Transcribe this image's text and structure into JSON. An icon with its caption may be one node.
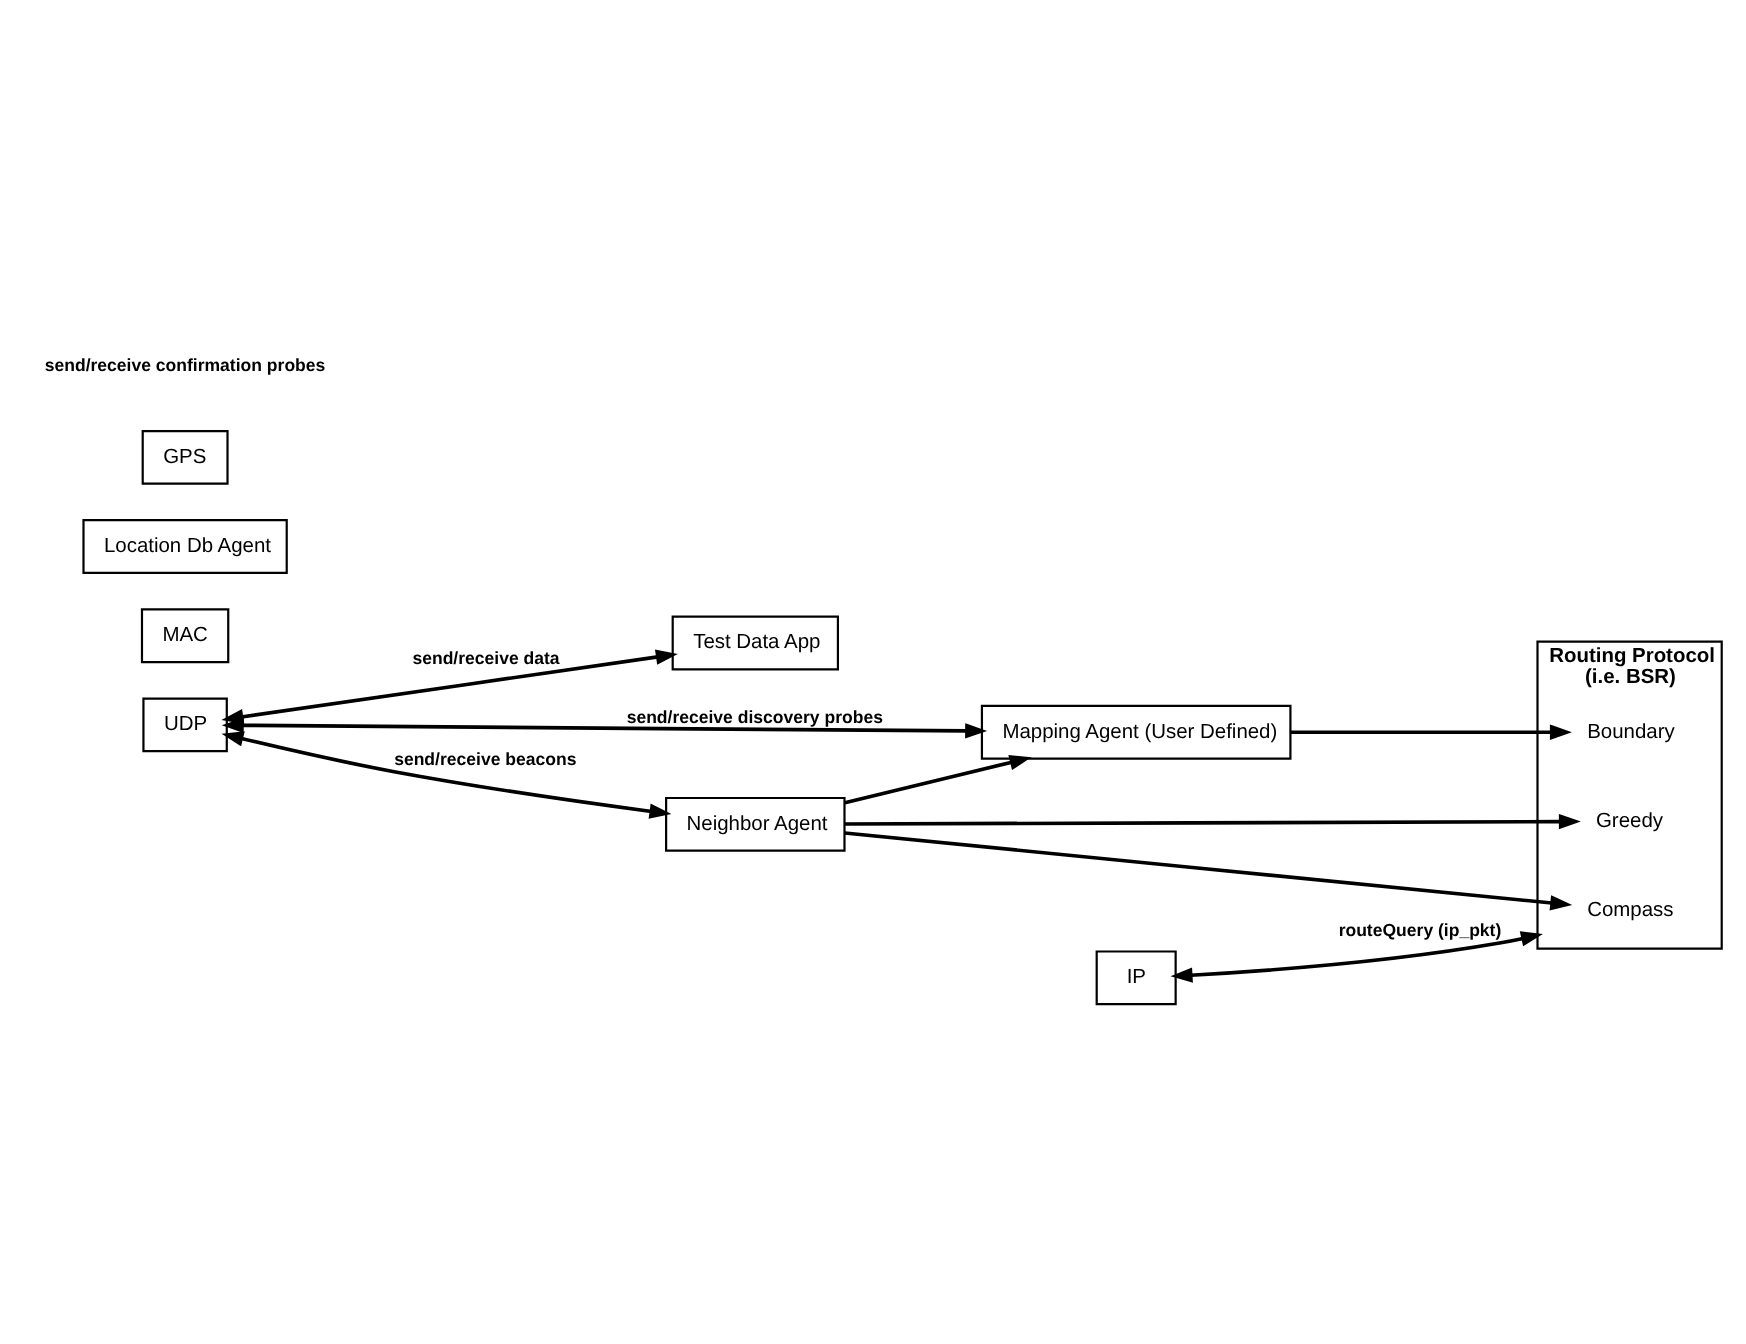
{
  "diagram": {
    "nodes": [
      {
        "text": [
          "Test Data App"
        ]
      },
      {
        "text": [
          "Mapping Agent (User Defined)"
        ]
      },
      {
        "text": [
          "Neighbor Agent"
        ]
      },
      {
        "text": [
          "UDP"
        ]
      },
      {
        "text": [
          "IP"
        ]
      },
      {
        "text": [
          "MAC"
        ]
      },
      {
        "text": [
          "Routing Protocol",
          "(i.e. BSR)"
        ]
      },
      {
        "text": [
          "Greedy"
        ],
        "in": 6
      },
      {
        "text": [
          "Compass"
        ],
        "in": 6
      },
      {
        "text": [
          "Boundary"
        ],
        "in": 6
      },
      {
        "text": [
          "Location Db Agent"
        ]
      },
      {
        "text": [
          "GPS"
        ]
      }
    ],
    "edges": [
      {
        "from": 3,
        "to": 0,
        "arrow": "both",
        "label": "send/receive data"
      },
      {
        "from": 3,
        "to": 1,
        "arrow": "both",
        "label": "send/receive discovery probes"
      },
      {
        "from": 3,
        "to": 2,
        "arrow": "both",
        "label": "send/receive beacons"
      },
      {
        "from": 2,
        "to": 1,
        "arrow": "to"
      },
      {
        "from": 4,
        "to": 6,
        "arrow": "both",
        "label": "routeQuery (ip_pkt)"
      },
      {
        "from": 2,
        "to": 7,
        "arrow": "to"
      },
      {
        "from": 2,
        "to": 8,
        "arrow": "to"
      },
      {
        "from": 1,
        "to": 9,
        "arrow": "to"
      }
    ],
    "labels": [
      "send/receive confirmation probes"
    ]
  }
}
